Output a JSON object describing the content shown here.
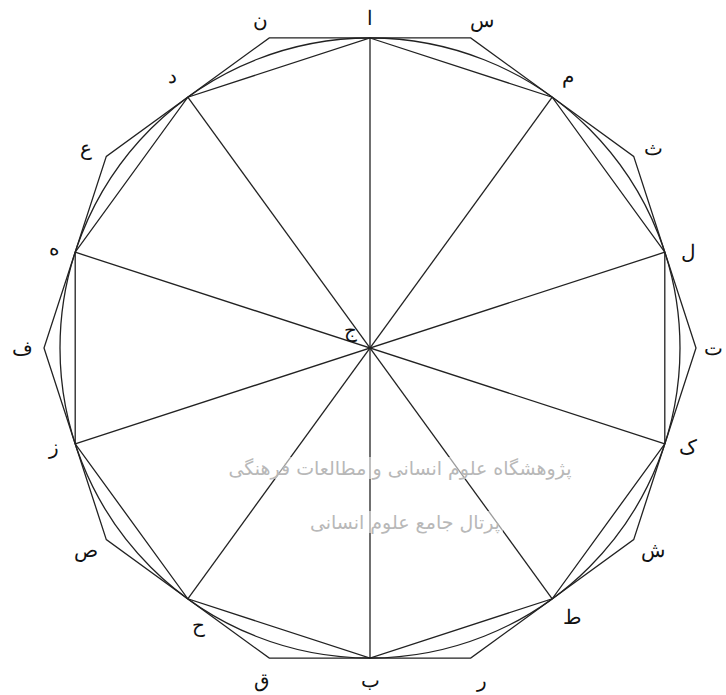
{
  "diagram": {
    "labels": [
      "ا",
      "س",
      "ن",
      "م",
      "د",
      "ث",
      "ع",
      "ل",
      "ه",
      "ج",
      "ف",
      "ت",
      "ز",
      "ک",
      "ص",
      "ش",
      "ح",
      "ط",
      "ق",
      "ب",
      "ر",
      "پژوهشگاه علوم انسانی و مطالعات فرهنگی",
      "پرتال جامع علوم انسانی"
    ]
  }
}
